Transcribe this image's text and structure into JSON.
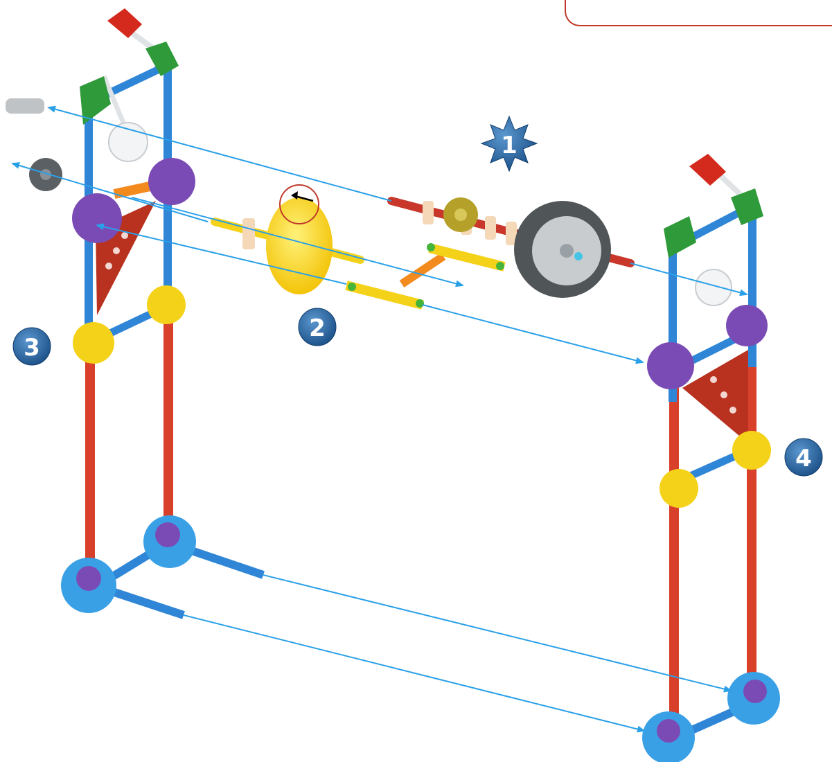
{
  "diagram": {
    "steps": [
      {
        "id": "step-1",
        "label": "1",
        "shape": "starburst"
      },
      {
        "id": "step-2",
        "label": "2",
        "shape": "circle"
      },
      {
        "id": "step-3",
        "label": "3",
        "shape": "circle"
      },
      {
        "id": "step-4",
        "label": "4",
        "shape": "circle"
      }
    ],
    "colors": {
      "rod_red": "#d8402a",
      "rod_blue": "#2f86d6",
      "connector_green": "#2e9a3a",
      "connector_purple": "#7b4bb5",
      "connector_yellow": "#f5d21a",
      "connector_red": "#d42a1e",
      "connector_blue": "#3aa0e6",
      "assembly_arrow": "#2aa0e8",
      "badge_blue": "#1f5f9e",
      "tire": "#505558",
      "hub": "#c9ccce",
      "callout_ring": "#c0392b"
    }
  }
}
